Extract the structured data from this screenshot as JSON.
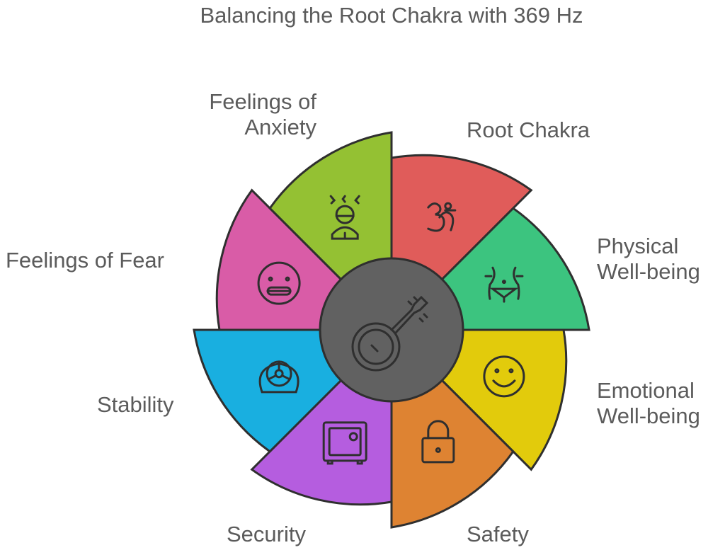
{
  "title": "Balancing the Root Chakra with 369 Hz",
  "center": {
    "icon": "banjo-icon",
    "color": "#616161"
  },
  "segments": [
    {
      "label": "Root Chakra",
      "icon": "om-icon",
      "color": "#e05c5a"
    },
    {
      "label": "Physical Well-being",
      "icon": "waist-icon",
      "color": "#3cc47f"
    },
    {
      "label": "Emotional Well-being",
      "icon": "smile-icon",
      "color": "#e2cb0c"
    },
    {
      "label": "Safety",
      "icon": "lock-icon",
      "color": "#de8332"
    },
    {
      "label": "Security",
      "icon": "safe-icon",
      "color": "#b55ddf"
    },
    {
      "label": "Stability",
      "icon": "wheel-icon",
      "color": "#19afe0"
    },
    {
      "label": "Feelings of Fear",
      "icon": "grimace-icon",
      "color": "#d95ca7"
    },
    {
      "label": "Feelings of Anxiety",
      "icon": "stressed-person-icon",
      "color": "#94c133"
    }
  ],
  "labels": {
    "root": "Root Chakra",
    "physical": [
      "Physical",
      "Well-being"
    ],
    "emotional": [
      "Emotional",
      "Well-being"
    ],
    "safety": "Safety",
    "security": "Security",
    "stability": "Stability",
    "fear": "Feelings of Fear",
    "anxiety": [
      "Feelings of",
      "Anxiety"
    ]
  }
}
